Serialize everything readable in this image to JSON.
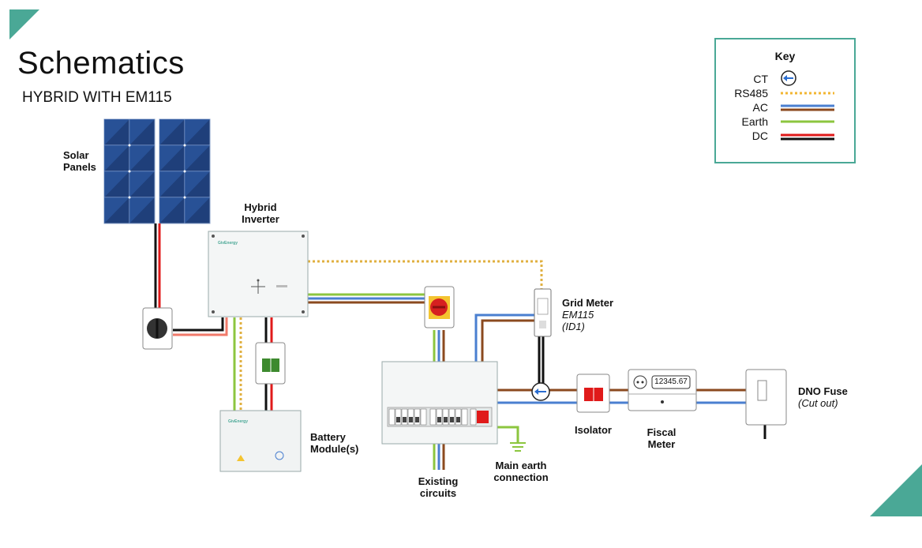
{
  "page": {
    "title": "Schematics",
    "subtitle": "HYBRID WITH EM115"
  },
  "labels": {
    "solar_panels": "Solar\nPanels",
    "solar_1": "Solar",
    "solar_2": "Panels",
    "inverter_1": "Hybrid",
    "inverter_2": "Inverter",
    "battery_1": "Battery",
    "battery_2": "Module(s)",
    "grid_meter_1": "Grid Meter",
    "grid_meter_2": "EM115",
    "grid_meter_3": "(ID1)",
    "existing_1": "Existing",
    "existing_2": "circuits",
    "earth_1": "Main earth",
    "earth_2": "connection",
    "isolator": "Isolator",
    "fiscal_1": "Fiscal",
    "fiscal_2": "Meter",
    "dno_1": "DNO Fuse",
    "dno_2": "(Cut out)",
    "meter_reading": "12345.67",
    "brand": "GivEnergy"
  },
  "key": {
    "title": "Key",
    "items": [
      {
        "label": "CT"
      },
      {
        "label": "RS485",
        "color": "#f2b632"
      },
      {
        "label": "AC",
        "colors": [
          "#4a7fd0",
          "#8b4a1f"
        ]
      },
      {
        "label": "Earth",
        "color": "#8cc63f"
      },
      {
        "label": "DC",
        "colors": [
          "#e01a1a",
          "#111111"
        ]
      }
    ]
  },
  "colors": {
    "accent": "#4aa896",
    "ac_live": "#8b4a1f",
    "ac_neutral": "#4a7fd0",
    "earth": "#8cc63f",
    "rs485": "#e0b040",
    "dc_pos": "#e01a1a",
    "dc_neg": "#111111"
  }
}
